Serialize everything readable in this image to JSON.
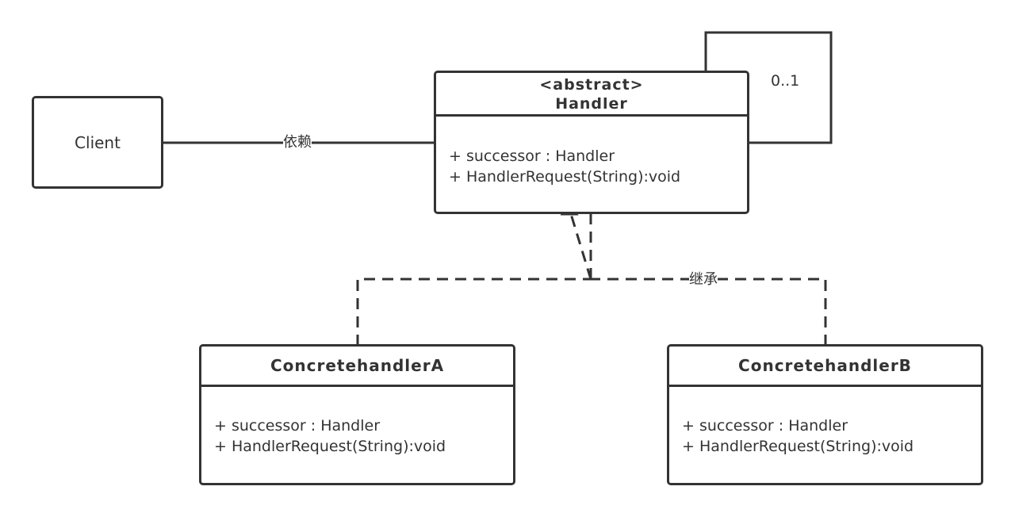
{
  "client": {
    "name": "Client"
  },
  "handler": {
    "stereotype": "<abstract>",
    "name": "Handler",
    "attributes": [
      "+ successor : Handler",
      "+ HandlerRequest(String):void"
    ]
  },
  "concrete_a": {
    "name": "ConcretehandlerA",
    "attributes": [
      "+ successor : Handler",
      "+ HandlerRequest(String):void"
    ]
  },
  "concrete_b": {
    "name": "ConcretehandlerB",
    "attributes": [
      "+ successor : Handler",
      "+ HandlerRequest(String):void"
    ]
  },
  "relations": {
    "dependency_label": "依赖",
    "inheritance_label": "继承",
    "self_multiplicity": "0..1"
  },
  "colors": {
    "stroke": "#333333",
    "background": "#ffffff"
  }
}
